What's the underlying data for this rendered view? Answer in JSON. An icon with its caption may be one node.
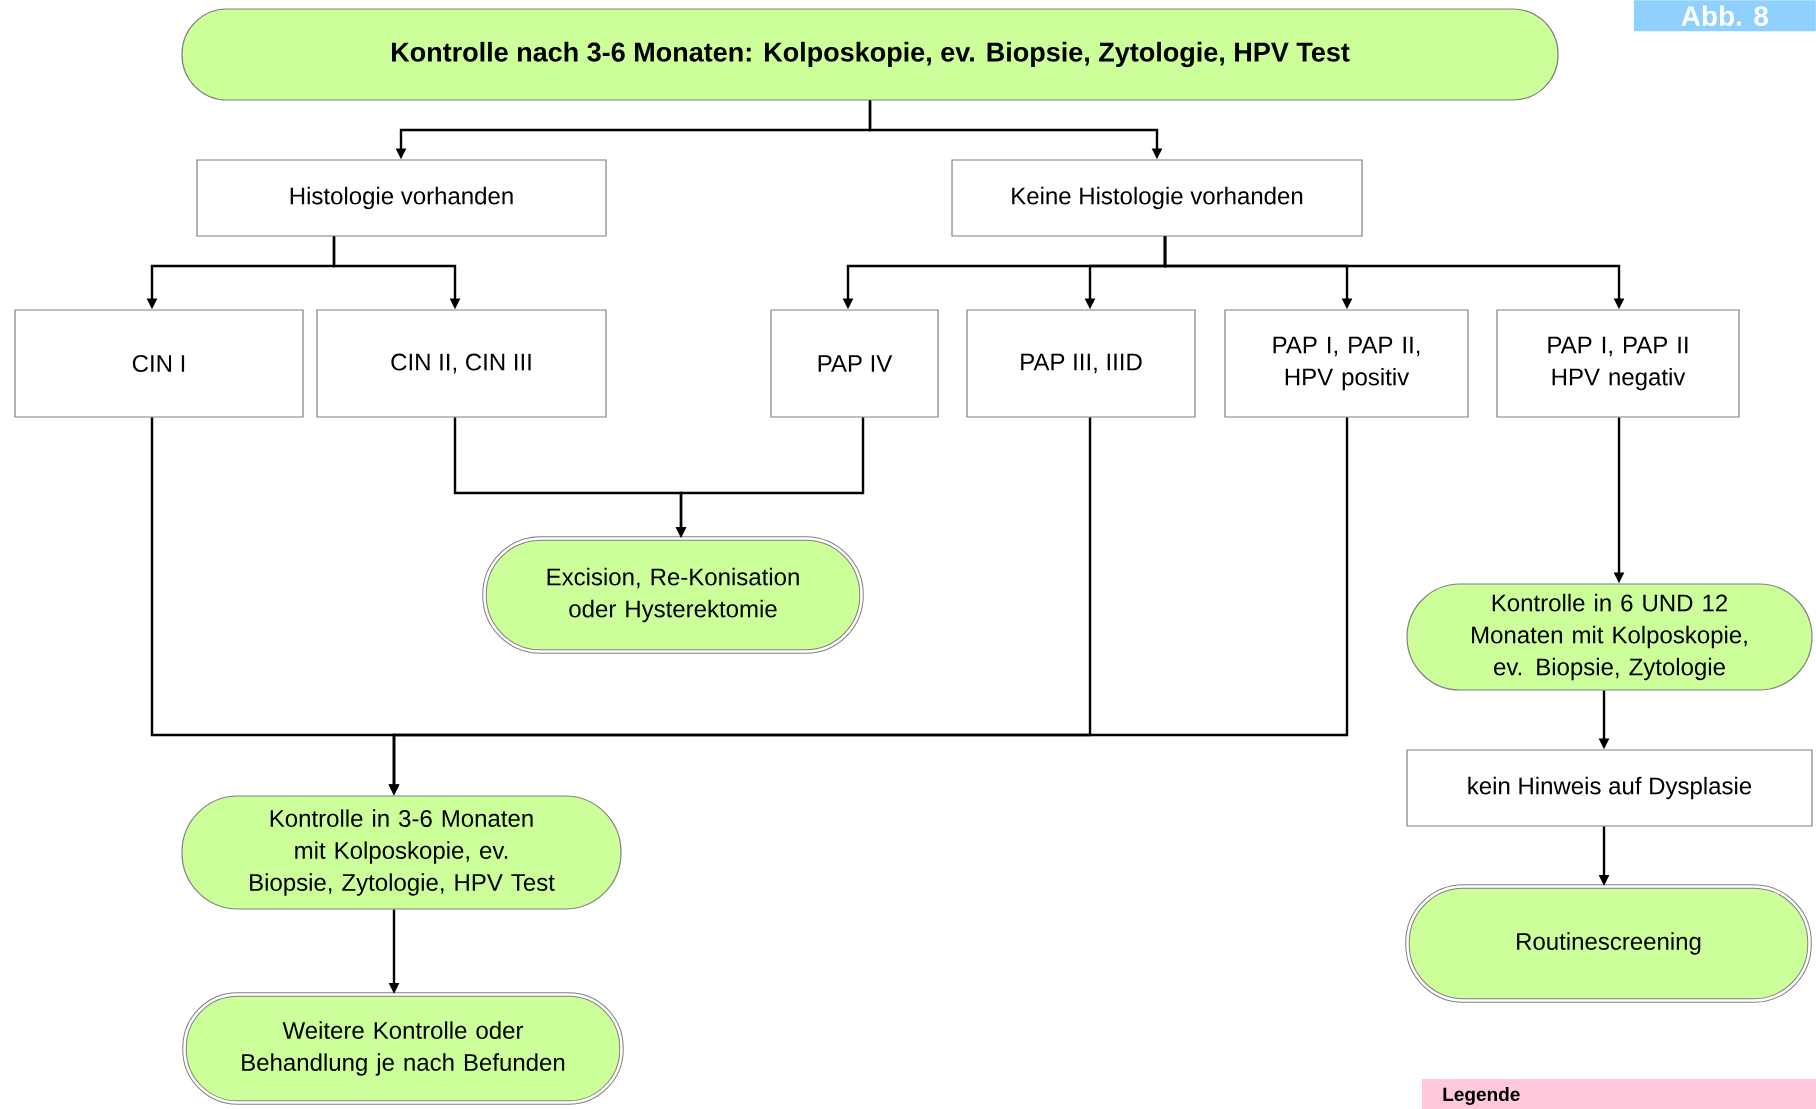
{
  "diagram": {
    "nodes": [
      {
        "text": [
          "Kontrolle nach 3-6 Monaten: Kolposkopie, ev. Biopsie, Zytologie, HPV Test"
        ]
      },
      {
        "text": [
          "Histologie vorhanden"
        ]
      },
      {
        "text": [
          "Keine Histologie vorhanden"
        ]
      },
      {
        "text": [
          "CIN I"
        ]
      },
      {
        "text": [
          "CIN II, CIN III"
        ]
      },
      {
        "text": [
          "PAP IV"
        ]
      },
      {
        "text": [
          "PAP III, IIID"
        ]
      },
      {
        "text": [
          "PAP I, PAP II, HPV positiv"
        ]
      },
      {
        "text": [
          "PAP I, PAP II HPV negativ"
        ]
      },
      {
        "text": [
          "Excision, Re-Konisation oder Hysterektomie"
        ]
      },
      {
        "text": [
          "Kontrolle in 6 UND 12 Monaten mit Kolposkopie, ev. Biopsie, Zytologie"
        ]
      },
      {
        "text": [
          "kein Hinweis auf Dysplasie"
        ]
      },
      {
        "text": [
          "Routinescreening"
        ]
      },
      {
        "text": [
          "Kontrolle in 3-6 Monaten mit Kolposkopie, ev. Biopsie, Zytologie, HPV Test"
        ]
      },
      {
        "text": [
          "Weitere Kontrolle oder Behandlung je nach Befunden"
        ]
      },
      {
        "text": [
          "Legende"
        ]
      }
    ],
    "edges": [
      {
        "from": 0,
        "to": 1,
        "arrow": "to"
      },
      {
        "from": 0,
        "to": 2,
        "arrow": "to"
      },
      {
        "from": 1,
        "to": 3,
        "arrow": "to"
      },
      {
        "from": 1,
        "to": 4,
        "arrow": "to"
      },
      {
        "from": 2,
        "to": 5,
        "arrow": "to"
      },
      {
        "from": 2,
        "to": 6,
        "arrow": "to"
      },
      {
        "from": 2,
        "to": 7,
        "arrow": "to"
      },
      {
        "from": 2,
        "to": 8,
        "arrow": "to"
      },
      {
        "from": 4,
        "to": 9,
        "arrow": "to"
      },
      {
        "from": 5,
        "to": 9,
        "arrow": "to"
      },
      {
        "from": 3,
        "to": 13,
        "arrow": "to"
      },
      {
        "from": 6,
        "to": 13,
        "arrow": "to"
      },
      {
        "from": 7,
        "to": 13,
        "arrow": "to"
      },
      {
        "from": 8,
        "to": 10,
        "arrow": "to"
      },
      {
        "from": 10,
        "to": 11,
        "arrow": "to"
      },
      {
        "from": 11,
        "to": 12,
        "arrow": "to"
      },
      {
        "from": 13,
        "to": 14,
        "arrow": "to"
      }
    ],
    "labels": [
      "Abb. 8"
    ]
  }
}
